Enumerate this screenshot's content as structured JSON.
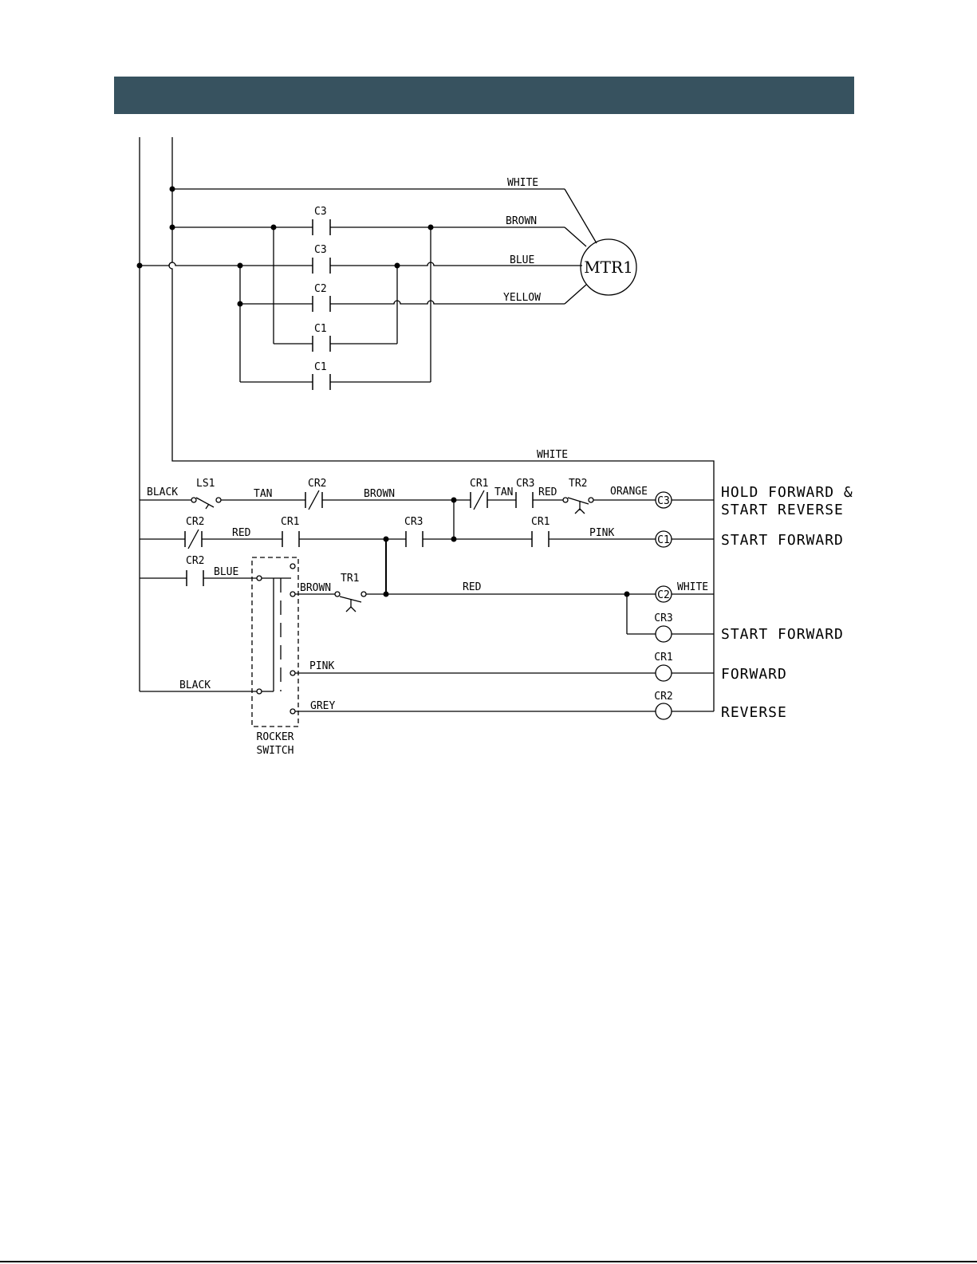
{
  "motor": {
    "label": "MTR1"
  },
  "wires": {
    "white_top": "WHITE",
    "brown_top": "BROWN",
    "blue_top": "BLUE",
    "yellow_top": "YELLOW",
    "white_mid": "WHITE",
    "black_r1": "BLACK",
    "tan_r1": "TAN",
    "brown_r1": "BROWN",
    "tan_r1b": "TAN",
    "red_r1": "RED",
    "orange_r1": "ORANGE",
    "red_r2": "RED",
    "pink_r2": "PINK",
    "blue_r3": "BLUE",
    "brown_r3": "BROWN",
    "red_r3": "RED",
    "white_r3": "WHITE",
    "pink_r5": "PINK",
    "black_r5": "BLACK",
    "grey_r6": "GREY"
  },
  "contacts": {
    "c3_a": "C3",
    "c3_b": "C3",
    "c2": "C2",
    "c1_a": "C1",
    "c1_b": "C1",
    "ls1": "LS1",
    "cr2_r1": "CR2",
    "cr1_r1": "CR1",
    "cr3_r1": "CR3",
    "tr2": "TR2",
    "cr2_r2": "CR2",
    "cr1_r2": "CR1",
    "cr3_r2": "CR3",
    "cr1_r2b": "CR1",
    "cr2_r3": "CR2",
    "tr1": "TR1"
  },
  "coils": {
    "c3": "C3",
    "c1": "C1",
    "c2": "C2",
    "cr3": "CR3",
    "cr1": "CR1",
    "cr2": "CR2"
  },
  "descriptions": {
    "row1_line1": "HOLD FORWARD &",
    "row1_line2": "START REVERSE",
    "row2": "START FORWARD",
    "row4": "START FORWARD",
    "row5": "FORWARD",
    "row6": "REVERSE"
  },
  "rocker_switch": {
    "line1": "ROCKER",
    "line2": "SWITCH"
  }
}
